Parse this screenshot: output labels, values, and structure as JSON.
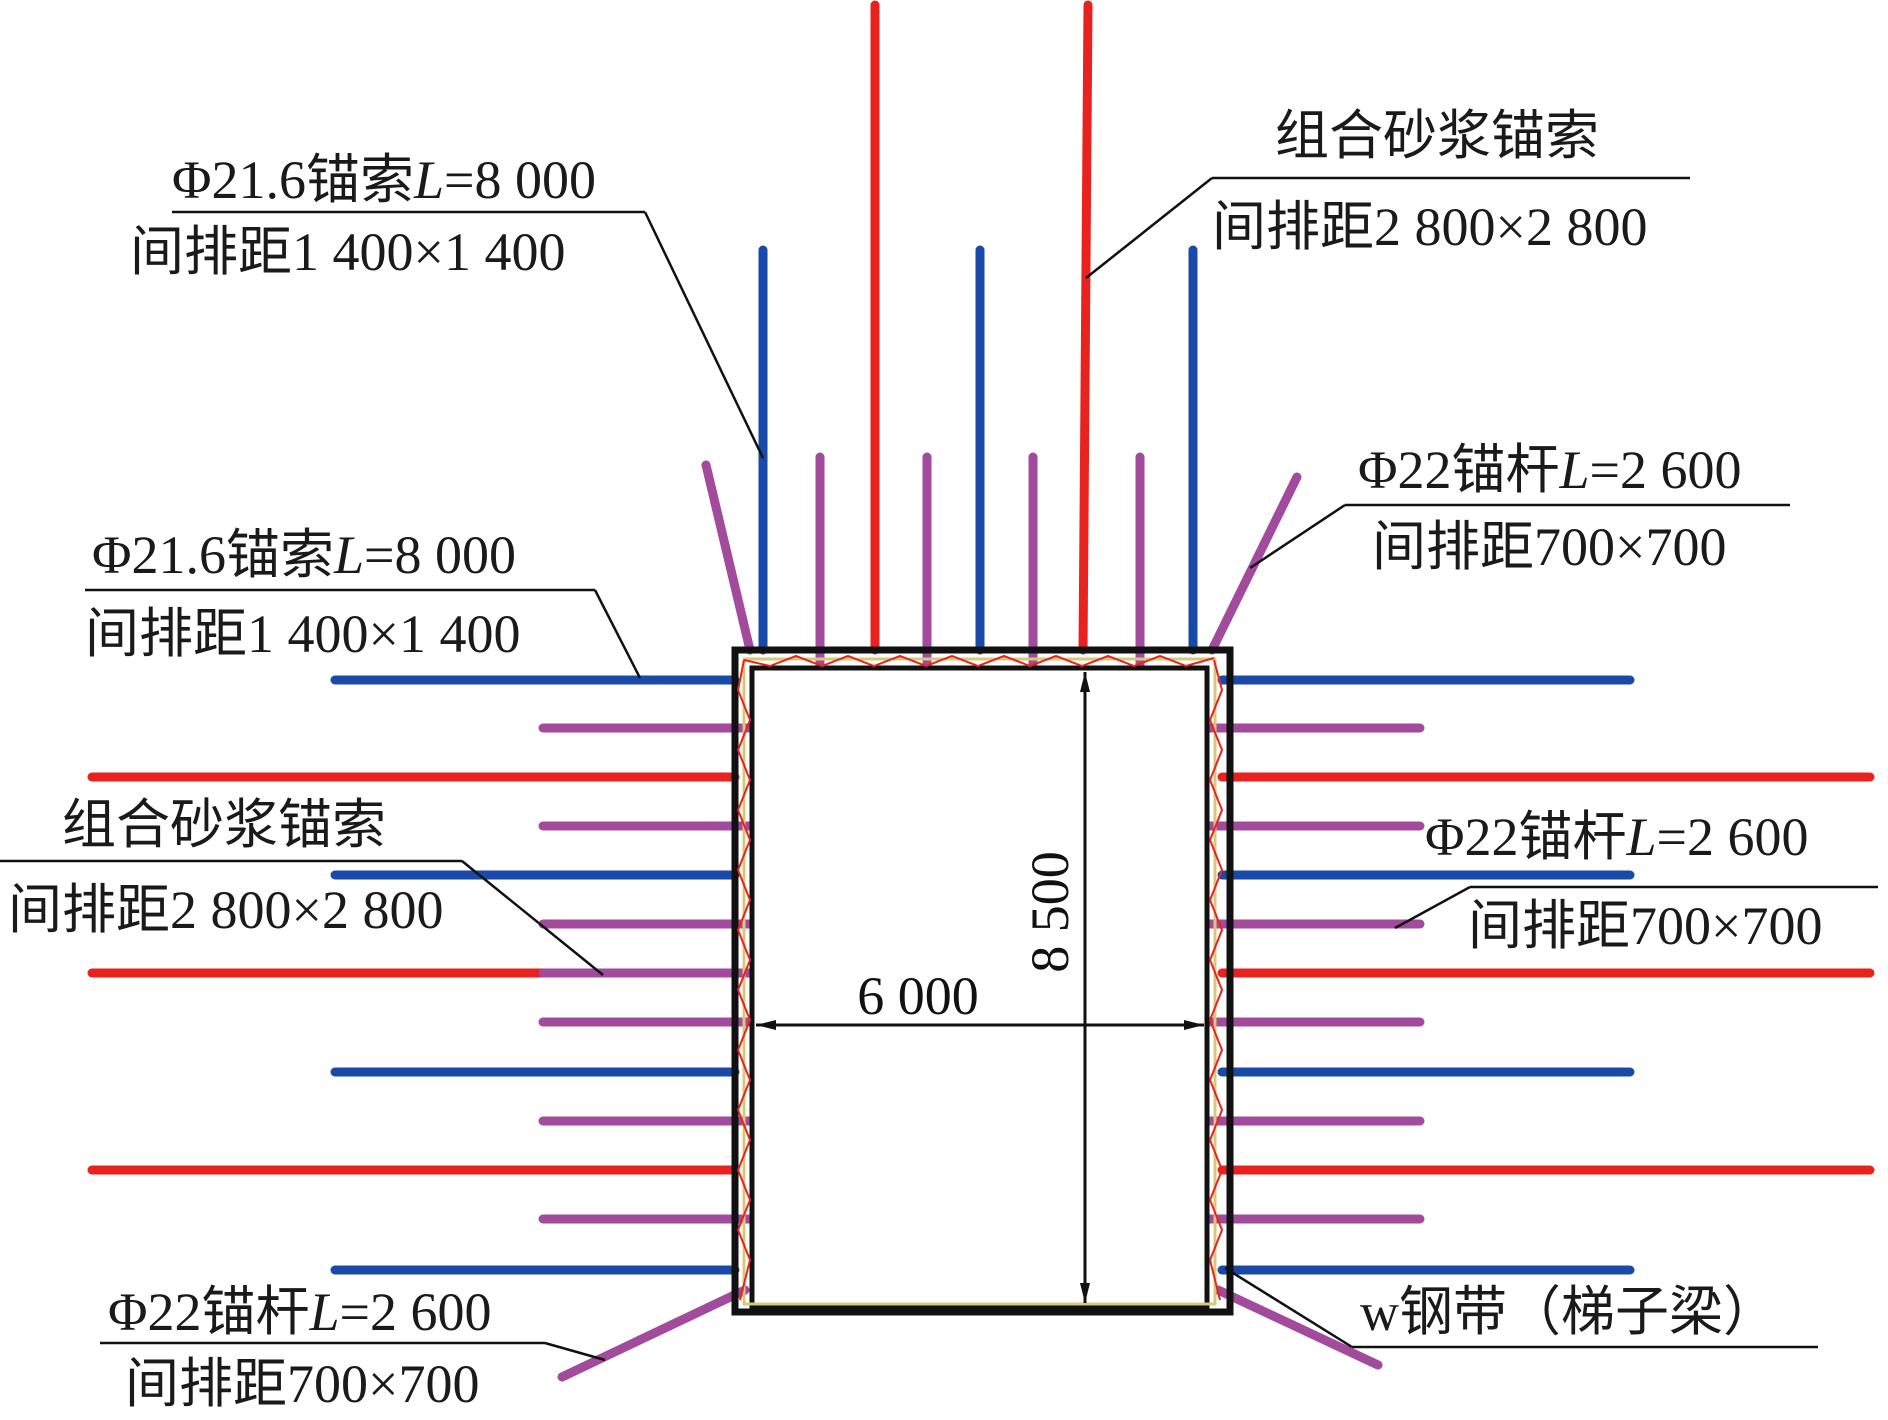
{
  "colors": {
    "anchor_cable": "#1a4aa8",
    "mortar_cable": "#e8231f",
    "bolt": "#a24a9c",
    "frame": "#111111",
    "steel_band": "#e8231f",
    "liner": "#d8c87a"
  },
  "dimensions": {
    "width": "6 000",
    "height": "8 500"
  },
  "labels": {
    "cable_top_left": {
      "spec_pre": "Φ21.6锚索",
      "spec_var": "L",
      "spec_val": "=8 000",
      "spacing": "间排距1 400×1 400"
    },
    "mortar_top_right": {
      "name": "组合砂浆锚索",
      "spacing": "间排距2 800×2 800"
    },
    "cable_left": {
      "spec_pre": "Φ21.6锚索",
      "spec_var": "L",
      "spec_val": "=8 000",
      "spacing": "间排距1 400×1 400"
    },
    "bolt_top_right": {
      "spec_pre": "Φ22锚杆",
      "spec_var": "L",
      "spec_val": "=2 600",
      "spacing": "间排距700×700"
    },
    "mortar_left": {
      "name": "组合砂浆锚索",
      "spacing": "间排距2 800×2 800"
    },
    "bolt_right": {
      "spec_pre": "Φ22锚杆",
      "spec_var": "L",
      "spec_val": "=2 600",
      "spacing": "间排距700×700"
    },
    "bolt_bottom_left": {
      "spec_pre": "Φ22锚杆",
      "spec_var": "L",
      "spec_val": "=2 600",
      "spacing": "间排距700×700"
    },
    "steel_band": {
      "name": "w钢带（梯子梁）"
    }
  }
}
